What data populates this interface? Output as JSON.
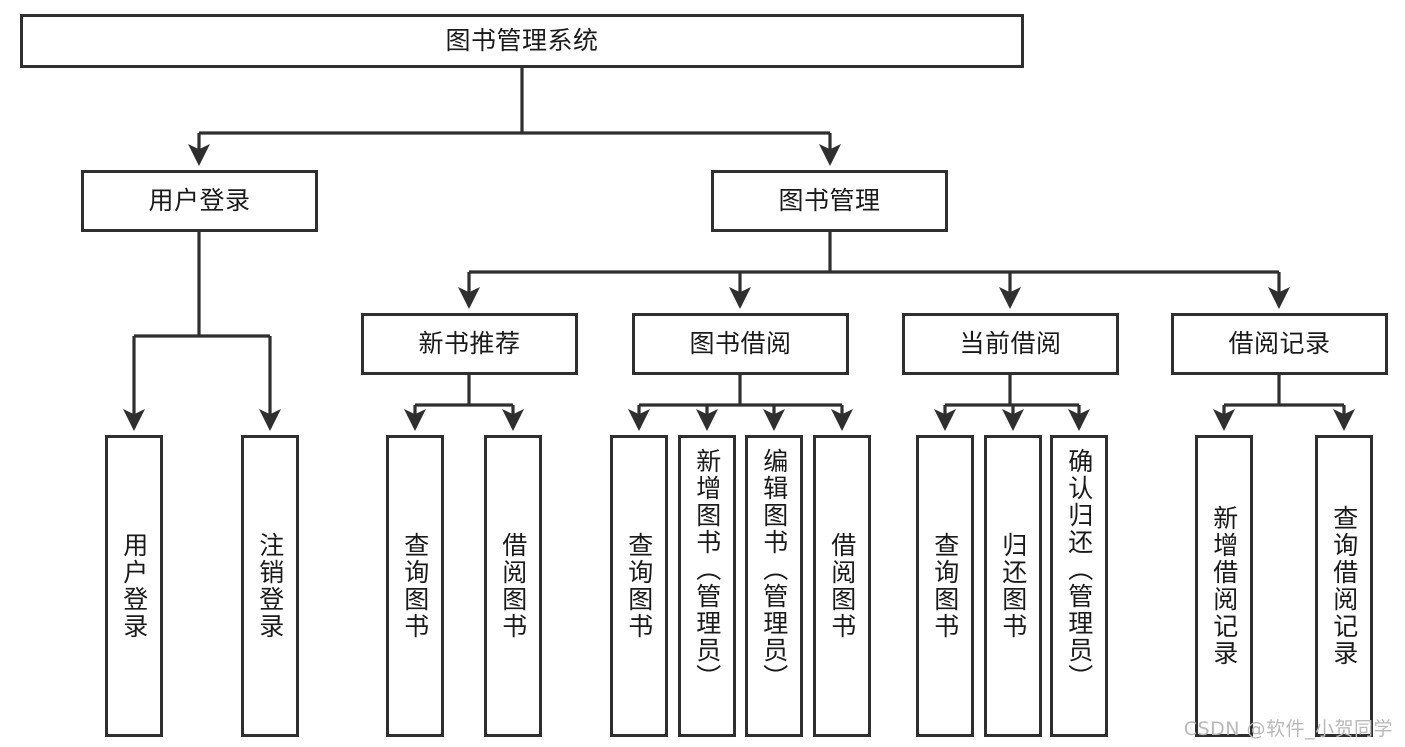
{
  "diagram": {
    "type": "tree-hierarchy",
    "title": "图书管理系统",
    "watermark": "CSDN @软件_小贺同学",
    "colors": {
      "box_border": "#2f2f2f",
      "box_fill": "#ffffff",
      "edge": "#2f2f2f",
      "text": "#1a1a1a",
      "watermark": "#b9b9b9",
      "background": "#ffffff"
    },
    "nodes": {
      "root": {
        "label": "图书管理系统"
      },
      "level2": [
        {
          "label": "用户登录"
        },
        {
          "label": "图书管理"
        }
      ],
      "level3": [
        {
          "label": "新书推荐"
        },
        {
          "label": "图书借阅"
        },
        {
          "label": "当前借阅"
        },
        {
          "label": "借阅记录"
        }
      ],
      "leaves_user_login": [
        {
          "label": "用户登录"
        },
        {
          "label": "注销登录"
        }
      ],
      "leaves_new_book": [
        {
          "label": "查询图书"
        },
        {
          "label": "借阅图书"
        }
      ],
      "leaves_borrow": [
        {
          "label": "查询图书"
        },
        {
          "label": "新增图书（管理员）"
        },
        {
          "label": "编辑图书（管理员）"
        },
        {
          "label": "借阅图书"
        }
      ],
      "leaves_current": [
        {
          "label": "查询图书"
        },
        {
          "label": "归还图书"
        },
        {
          "label": "确认归还（管理员）"
        }
      ],
      "leaves_records": [
        {
          "label": "新增借阅记录"
        },
        {
          "label": "查询借阅记录"
        }
      ]
    }
  }
}
